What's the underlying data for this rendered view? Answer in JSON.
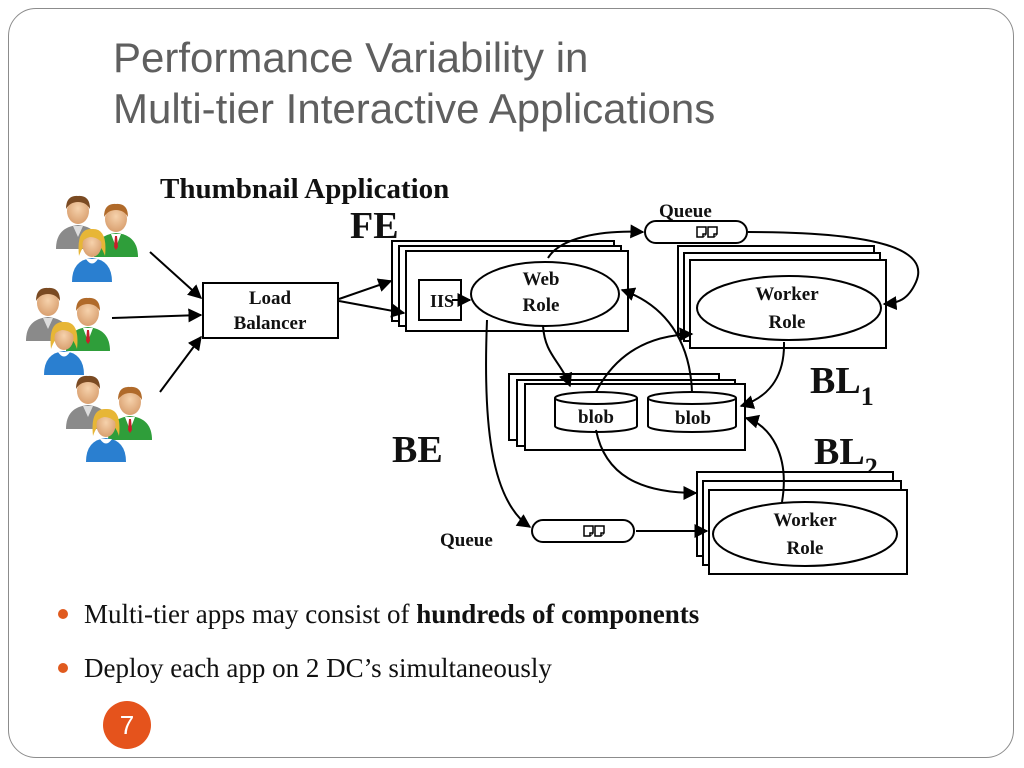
{
  "slide": {
    "title_line1": "Performance Variability in",
    "title_line2": "Multi-tier Interactive Applications",
    "page_number": "7",
    "accent_color": "#e5531c"
  },
  "diagram": {
    "heading": "Thumbnail Application",
    "labels": {
      "fe": "FE",
      "be": "BE",
      "bl1_base": "BL",
      "bl1_sub": "1",
      "bl2_base": "BL",
      "bl2_sub": "2",
      "queue_top": "Queue",
      "queue_bottom": "Queue",
      "load_balancer_line1": "Load",
      "load_balancer_line2": "Balancer",
      "iis": "IIS",
      "web_role_line1": "Web",
      "web_role_line2": "Role",
      "worker_role_1_line1": "Worker",
      "worker_role_1_line2": "Role",
      "worker_role_2_line1": "Worker",
      "worker_role_2_line2": "Role",
      "blob_1": "blob",
      "blob_2": "blob"
    },
    "icons": [
      "user-group-icon",
      "queue-message-icon",
      "blob-storage-icon"
    ]
  },
  "bullets": {
    "item1_prefix": "Multi-tier apps may consist of ",
    "item1_bold": "hundreds of components",
    "item2": "Deploy each app on 2 DC’s simultaneously"
  }
}
